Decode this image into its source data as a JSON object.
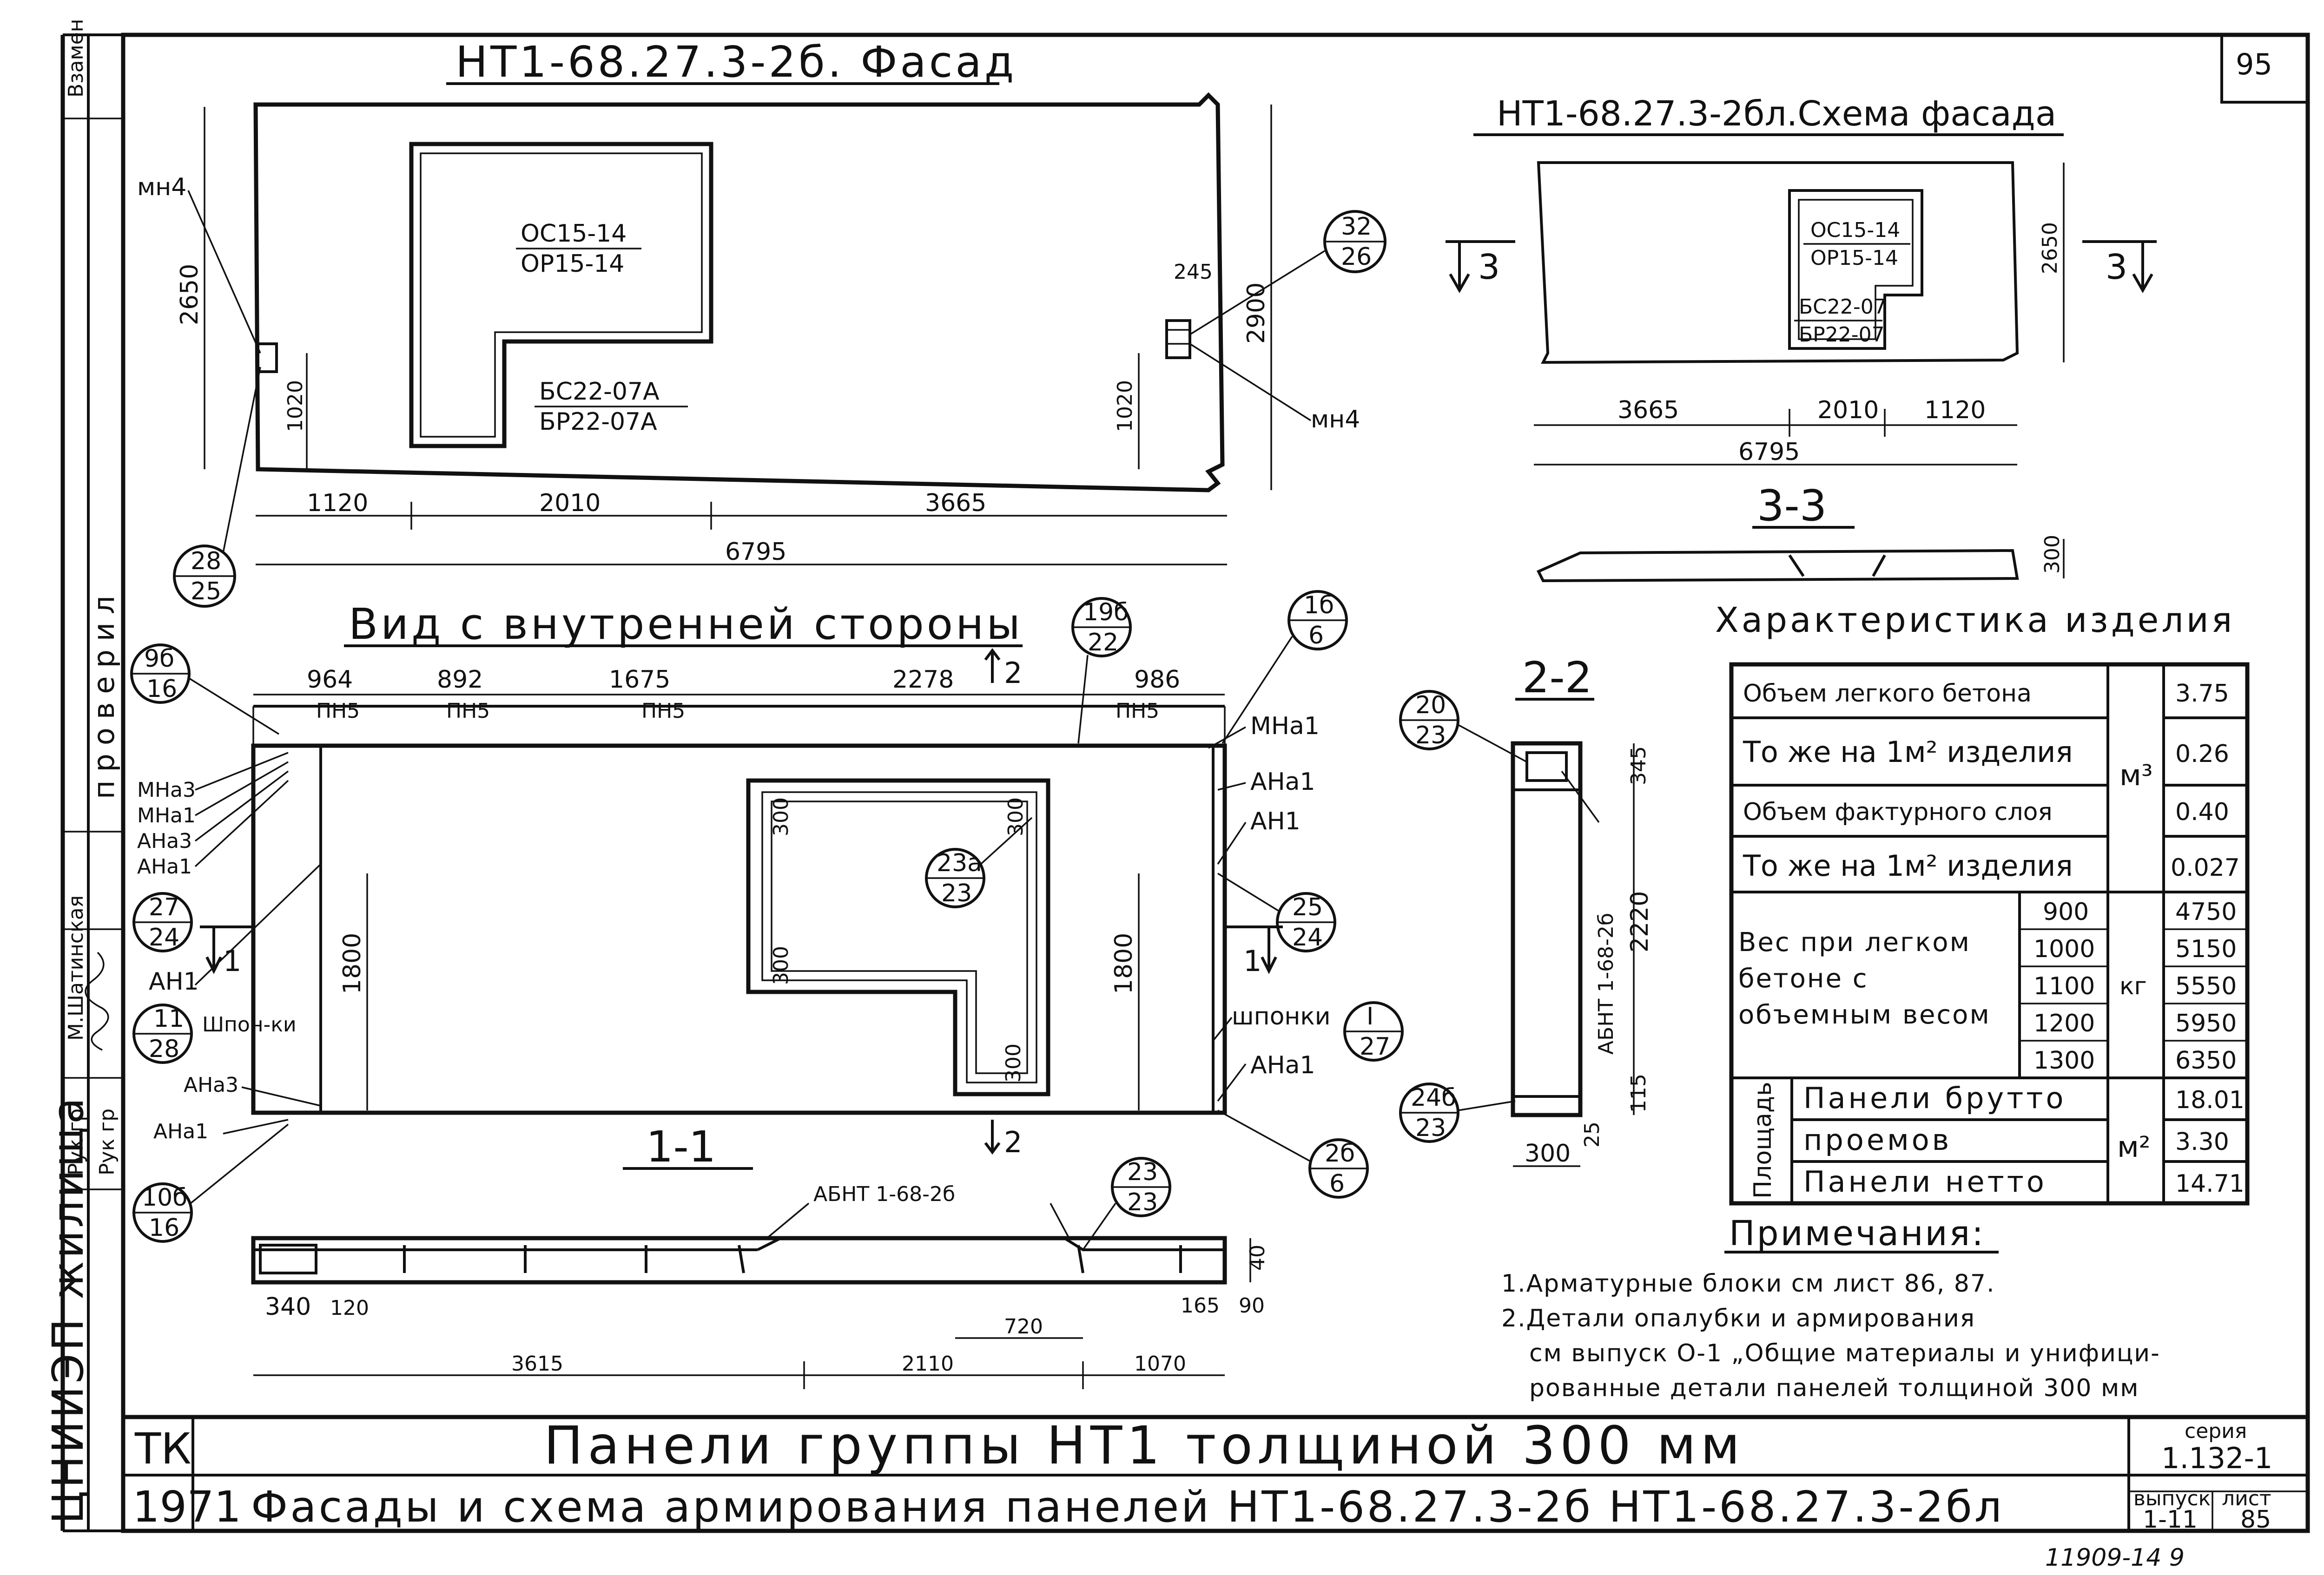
{
  "sheet": {
    "page_number": "95",
    "series_label": "серия",
    "series_value": "1.132-1",
    "issue_label": "выпуск",
    "issue_value": "1-11",
    "sheet_label": "лист",
    "sheet_value": "85",
    "org_code": "ТК",
    "year": "1971",
    "title_line1": "Панели группы НТ1 толщиной 300 мм",
    "title_line2": "Фасады и схема армирования панелей НТ1-68.27.3-2б НТ1-68.27.3-2бл",
    "org_vertical": "ЦНИИЭП жилища",
    "stamp_vzamen": "Взамен",
    "stamp_proveril": "проверил",
    "stamp_name1": "М.Шатинская",
    "stamp_rukgr1": "Рук гр",
    "stamp_rukgr2": "Рук гр",
    "footer_code": "11909-14 9"
  },
  "facade": {
    "title": "НТ1-68.27.3-2б. Фасад",
    "window_label1": "ОС15-14",
    "window_label2": "ОР15-14",
    "door_label1": "БС22-07А",
    "door_label2": "БР22-07А",
    "dim_2650": "2650",
    "dim_1020_left": "1020",
    "dim_1020_right": "1020",
    "dim_2900": "2900",
    "dim_245": "245",
    "dim_1120": "1120",
    "dim_2010": "2010",
    "dim_3665": "3665",
    "dim_6795": "6795",
    "mn4_left": "мн4",
    "mn4_right": "мн4",
    "callout_32_top": "32",
    "callout_32_bot": "26",
    "callout_28_top": "28",
    "callout_28_bot": "25"
  },
  "scheme": {
    "title": "НТ1-68.27.3-2бл.Схема фасада",
    "window_label1": "ОС15-14",
    "window_label2": "ОР15-14",
    "door_label1": "БС22-07",
    "door_label2": "БР22-07",
    "dim_2650": "2650",
    "dim_3665": "3665",
    "dim_2010": "2010",
    "dim_1120": "1120",
    "dim_6795": "6795",
    "cut_left": "3",
    "cut_right": "3",
    "section_title": "3-3",
    "dim_300": "300"
  },
  "inner": {
    "title": "Вид с внутренней стороны",
    "dim_964": "964",
    "dim_892": "892",
    "dim_1675": "1675",
    "dim_2278": "2278",
    "dim_986": "986",
    "pn5_1": "ПН5",
    "pn5_2": "ПН5",
    "pn5_3": "ПН5",
    "pn5_4": "ПН5",
    "dim_1800_left": "1800",
    "dim_1800_right": "1800",
    "dim_300_a": "300",
    "dim_300_b": "300",
    "dim_300_c": "300",
    "dim_300_d": "300",
    "cut_2_top": "2",
    "cut_2_bot": "2",
    "cut_1_left": "1",
    "cut_1_right": "1",
    "section_11": "1-1",
    "labels_left": [
      "МНа3",
      "МНа1",
      "АНа3",
      "АНа1"
    ],
    "an1_left": "АН1",
    "shponki_left": "Шпон-ки",
    "ana3_bottom": "АНа3",
    "ana1_bottom": "АНа1",
    "mna1_right": "МНа1",
    "ana1_right": "АНа1",
    "an1_right": "АН1",
    "shponki_right": "шпонки",
    "ana1_right_bottom": "АНа1",
    "callouts": [
      {
        "top": "9б",
        "bot": "16"
      },
      {
        "top": "27",
        "bot": "24"
      },
      {
        "top": "11",
        "bot": "28"
      },
      {
        "top": "10б",
        "bot": "16"
      },
      {
        "top": "19б",
        "bot": "22"
      },
      {
        "top": "1б",
        "bot": "6"
      },
      {
        "top": "23а",
        "bot": "23"
      },
      {
        "top": "25",
        "bot": "24"
      },
      {
        "top": "I",
        "bot": "27"
      },
      {
        "top": "2б",
        "bot": "6"
      },
      {
        "top": "23",
        "bot": "23"
      }
    ]
  },
  "section11": {
    "abnt_label": "АБНТ 1-68-2б",
    "dim_40": "40",
    "dim_165": "165",
    "dim_90": "90",
    "dim_340": "340",
    "dim_120": "120",
    "dim_720": "720",
    "dim_3615": "3615",
    "dim_2110": "2110",
    "dim_1070": "1070"
  },
  "section22": {
    "title": "2-2",
    "callout_top_top": "20",
    "callout_top_bot": "23",
    "callout_bot_top": "24б",
    "callout_bot_bot": "23",
    "abnt_vertical": "АБНТ 1-68-2б",
    "dim_345": "345",
    "dim_2220": "2220",
    "dim_115": "115",
    "dim_25": "25",
    "dim_300": "300"
  },
  "characteristics": {
    "title": "Характеристика изделия",
    "rows": [
      {
        "label": "Объем легкого бетона",
        "value": "3.75"
      },
      {
        "label": "То же на 1м² изделия",
        "value": "0.26"
      },
      {
        "label": "Объем фактурного слоя",
        "value": "0.40"
      },
      {
        "label": "То же на 1м² изделия",
        "value": "0.027"
      }
    ],
    "unit_m3": "м³",
    "weight_label": "Вес при легком бетоне с объемным весом",
    "weight_rows": [
      {
        "density": "900",
        "value": "4750"
      },
      {
        "density": "1000",
        "value": "5150"
      },
      {
        "density": "1100",
        "value": "5550"
      },
      {
        "density": "1200",
        "value": "5950"
      },
      {
        "density": "1300",
        "value": "6350"
      }
    ],
    "unit_kg": "кг",
    "area_label": "Площадь",
    "area_rows": [
      {
        "label": "Панели брутто",
        "value": "18.01"
      },
      {
        "label": "проемов",
        "value": "3.30"
      },
      {
        "label": "Панели нетто",
        "value": "14.71"
      }
    ],
    "unit_m2": "м²"
  },
  "notes": {
    "title": "Примечания:",
    "line1": "1.Арматурные блоки см лист 86, 87.",
    "line2": "2.Детали опалубки и армирования",
    "line3": "см выпуск О-1 „Общие материалы и унифици-",
    "line4": "рованные детали панелей толщиной 300 мм"
  }
}
